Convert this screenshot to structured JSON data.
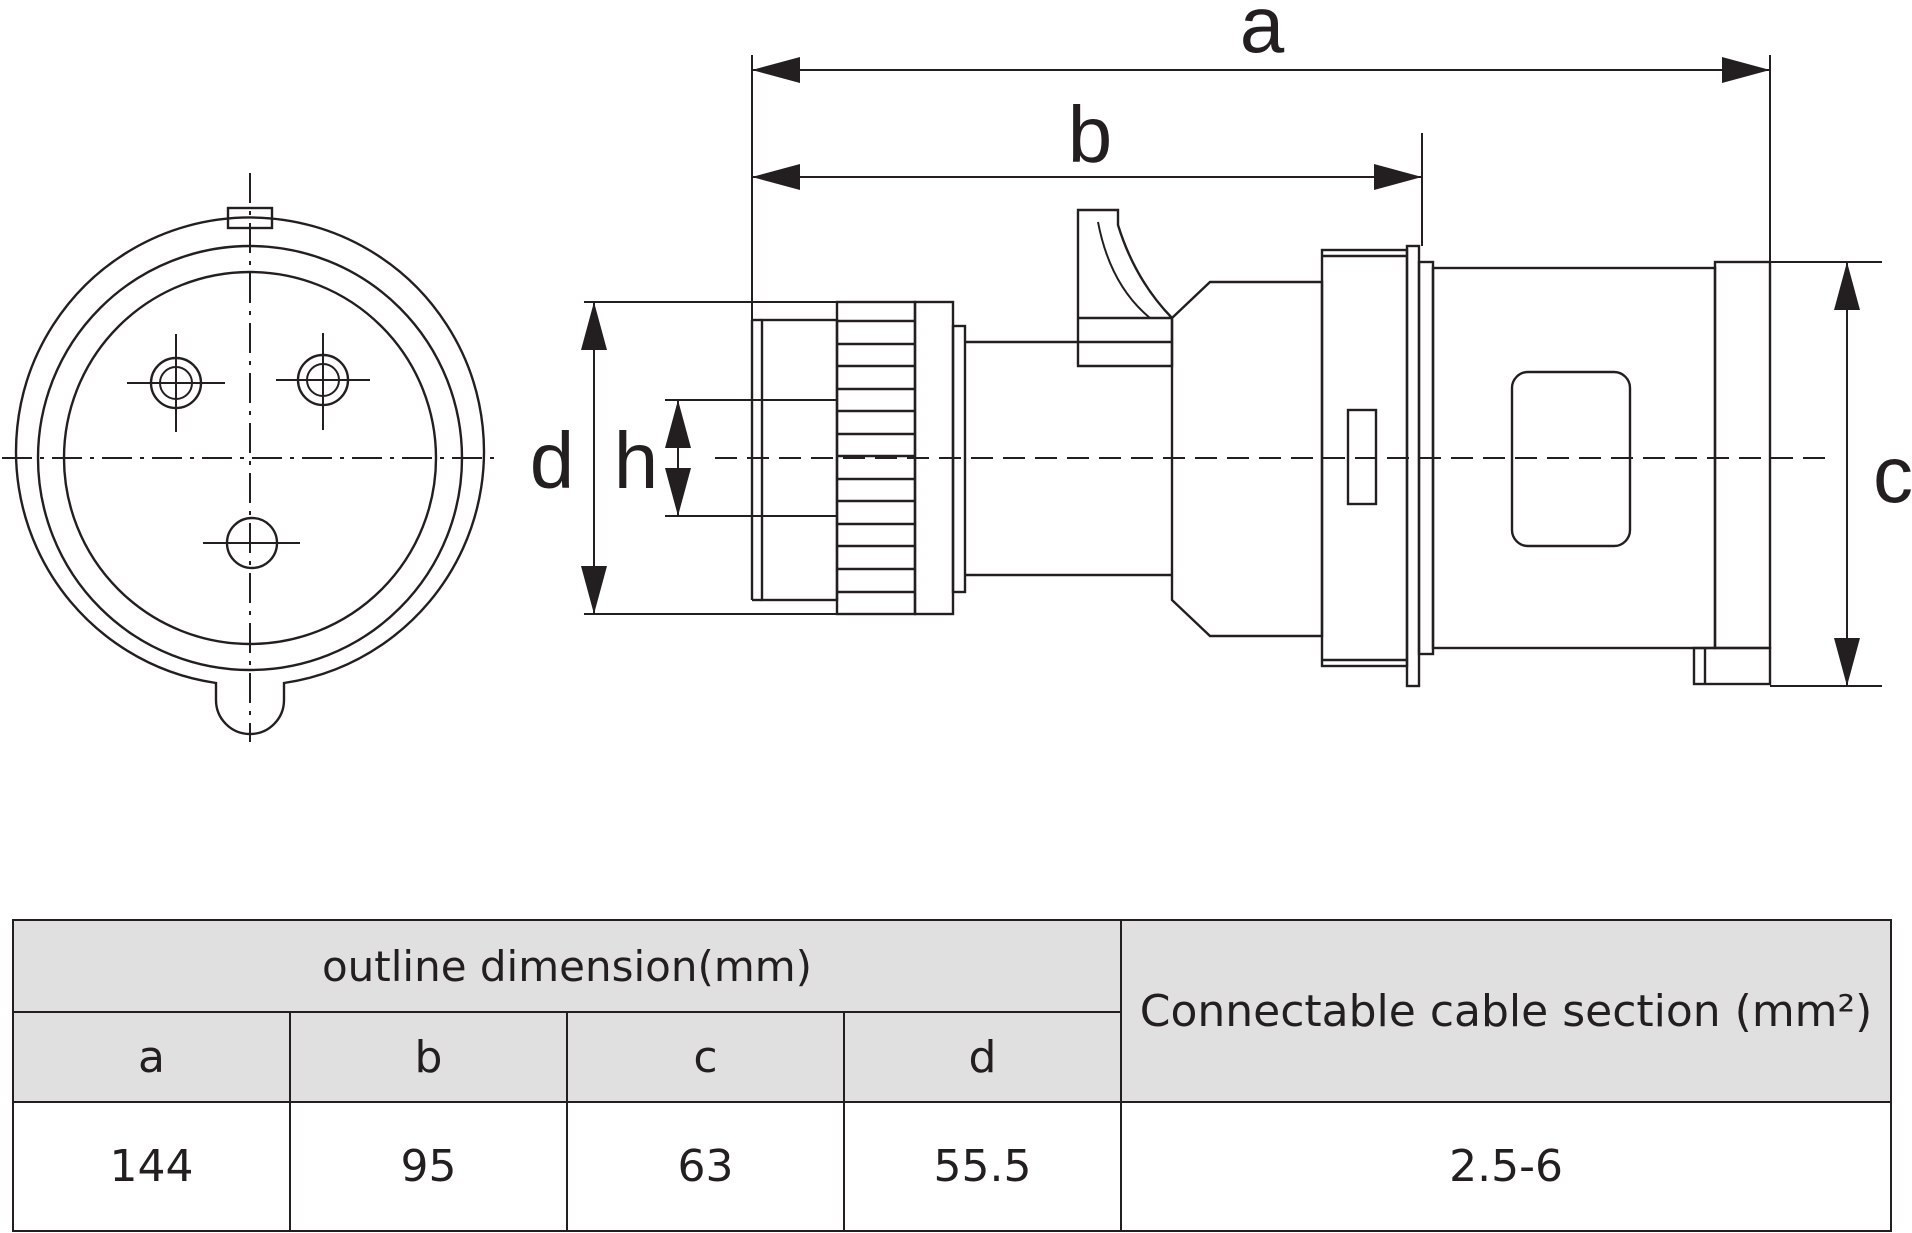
{
  "labels": {
    "a": "a",
    "b": "b",
    "c": "c",
    "d": "d",
    "h": "h"
  },
  "table": {
    "group_header": "outline dimension(mm)",
    "cable_header": "Connectable cable section (mm²)",
    "columns": [
      "a",
      "b",
      "c",
      "d"
    ],
    "values": [
      "144",
      "95",
      "63",
      "55.5"
    ],
    "cable_value": "2.5-6"
  },
  "colors": {
    "line": "#231f20",
    "header_bg": "#e0e0e0"
  }
}
